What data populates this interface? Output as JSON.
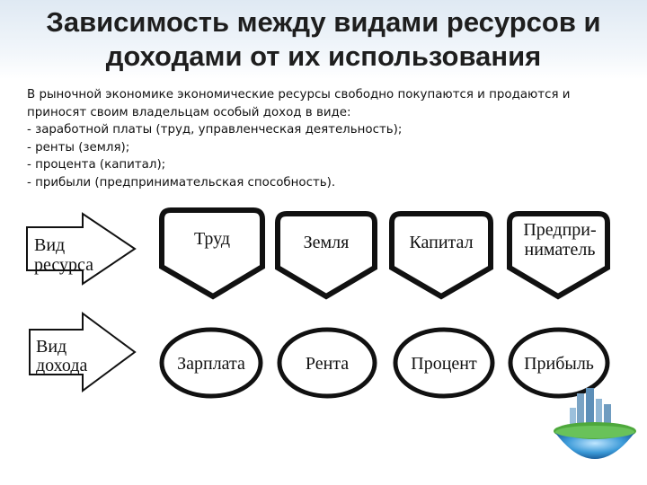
{
  "title": {
    "line1": "Зависимость между видами ресурсов и",
    "line2": "доходами от их использования"
  },
  "intro": {
    "lines": [
      "В рыночной экономике экономические ресурсы свободно покупаются и продаются и",
      "приносят своим владельцам особый доход в виде:",
      "- заработной платы (труд, управленческая деятельность);",
      "- ренты (земля);",
      "- процента (капитал);",
      "- прибыли (предпринимательская способность)."
    ]
  },
  "diagram": {
    "resource_arrow": {
      "line1": "Вид",
      "line2": "ресурса"
    },
    "income_arrow": {
      "line1": "Вид",
      "line2": "дохода"
    },
    "resources": [
      {
        "line1": "Труд",
        "line2": ""
      },
      {
        "line1": "Земля",
        "line2": ""
      },
      {
        "line1": "Капитал",
        "line2": ""
      },
      {
        "line1": "Предпри-",
        "line2": "ниматель"
      }
    ],
    "incomes": [
      "Зарплата",
      "Рента",
      "Процент",
      "Прибыль"
    ]
  },
  "icons": {
    "decor": "globe-city-icon"
  },
  "colors": {
    "shape_stroke": "#111111",
    "title_band": "#dfe9f3"
  }
}
